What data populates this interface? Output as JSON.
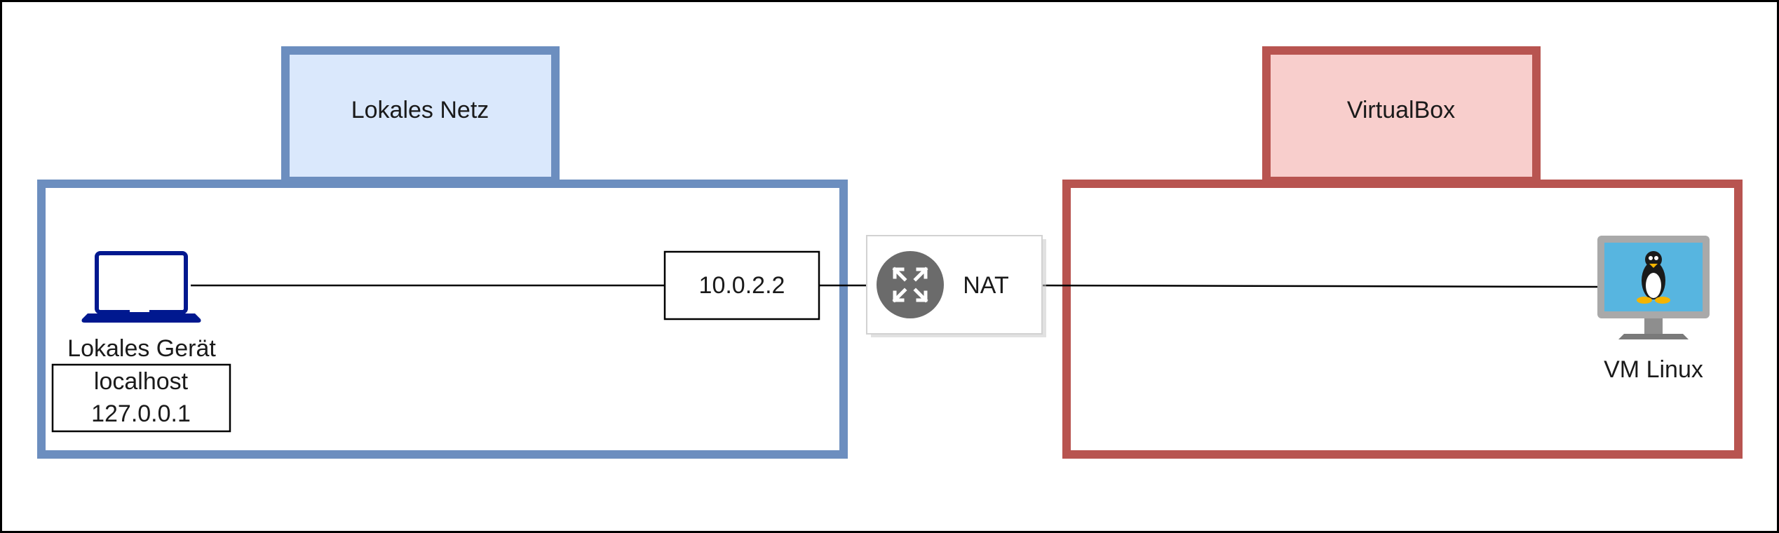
{
  "diagram": {
    "local_network": {
      "tab_label": "Lokales Netz",
      "fill": "#dae8fc",
      "stroke": "#6c8ebf"
    },
    "virtualbox": {
      "tab_label": "VirtualBox",
      "fill": "#f8cecc",
      "stroke": "#b85450"
    },
    "local_device": {
      "icon": "laptop-icon",
      "label": "Lokales Gerät",
      "host_line1": "localhost",
      "host_line2": "127.0.0.1"
    },
    "gateway": {
      "label": "10.0.2.2"
    },
    "nat": {
      "icon": "router-icon",
      "label": "NAT",
      "icon_color": "#6b6b6b"
    },
    "vm": {
      "icon": "linux-monitor-icon",
      "label": "VM Linux",
      "screen_color": "#57b5e0"
    }
  }
}
